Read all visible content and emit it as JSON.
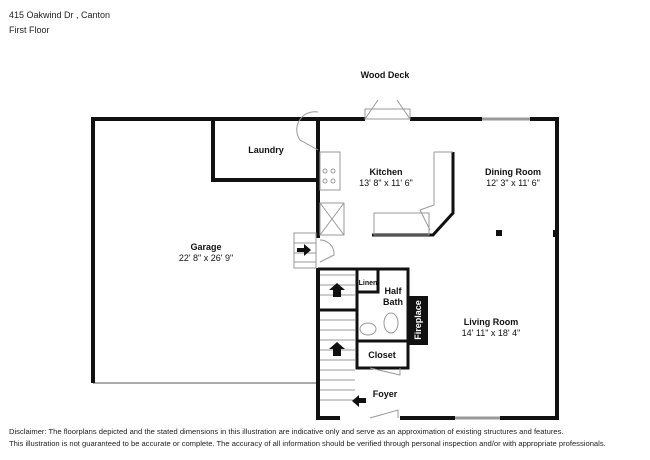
{
  "header": {
    "address": "415 Oakwind Dr , Canton",
    "floor": "First Floor"
  },
  "labels": {
    "wood_deck": "Wood Deck"
  },
  "rooms": [
    {
      "name": "Laundry",
      "dims": ""
    },
    {
      "name": "Kitchen",
      "dims": "13' 8\" x 11' 6\""
    },
    {
      "name": "Dining Room",
      "dims": "12' 3\" x 11' 6\""
    },
    {
      "name": "Garage",
      "dims": "22' 8\" x 26' 9\""
    },
    {
      "name": "Linen",
      "dims": ""
    },
    {
      "name": "Half",
      "dims": "Bath"
    },
    {
      "name": "Fireplace",
      "dims": ""
    },
    {
      "name": "Living Room",
      "dims": "14' 11\" x 18' 4\""
    },
    {
      "name": "Closet",
      "dims": ""
    },
    {
      "name": "Foyer",
      "dims": ""
    }
  ],
  "disclaimer": {
    "line1": "Disclaimer: The floorplans depicted and the stated dimensions in this illustration are indicative only and serve as an approximation of existing structures and features.",
    "line2": "This illustration is not guaranteed to be accurate or complete. The accuracy of all information should be verified through personal inspection and/or with appropriate professionals."
  },
  "colors": {
    "wall": "#111111",
    "fixture": "#999999"
  }
}
